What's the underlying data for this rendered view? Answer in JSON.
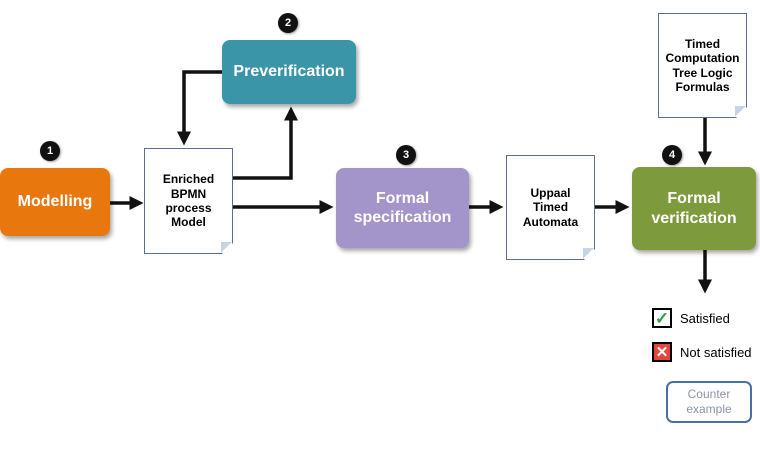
{
  "nodes": {
    "modelling": {
      "label": "Modelling",
      "color": "#e8780d"
    },
    "preverification": {
      "label": "Preverification",
      "color": "#3a95a8"
    },
    "formal_specification": {
      "label": "Formal\nspecification",
      "color": "#a394c9"
    },
    "formal_verification": {
      "label": "Formal\nverification",
      "color": "#7d9a3d"
    },
    "bpmn_model": {
      "label": "Enriched\nBPMN\nprocess\nModel"
    },
    "uppaal_automata": {
      "label": "Uppaal\nTimed\nAutomata"
    },
    "tctl_formulas": {
      "label": "Timed\nComputation\nTree Logic\nFormulas"
    }
  },
  "steps": [
    "1",
    "2",
    "3",
    "4"
  ],
  "legend": {
    "satisfied": "Satisfied",
    "not_satisfied": "Not satisfied",
    "counter_example": "Counter\nexample"
  },
  "icons": {
    "satisfied": "check-icon",
    "not_satisfied": "cross-icon"
  }
}
